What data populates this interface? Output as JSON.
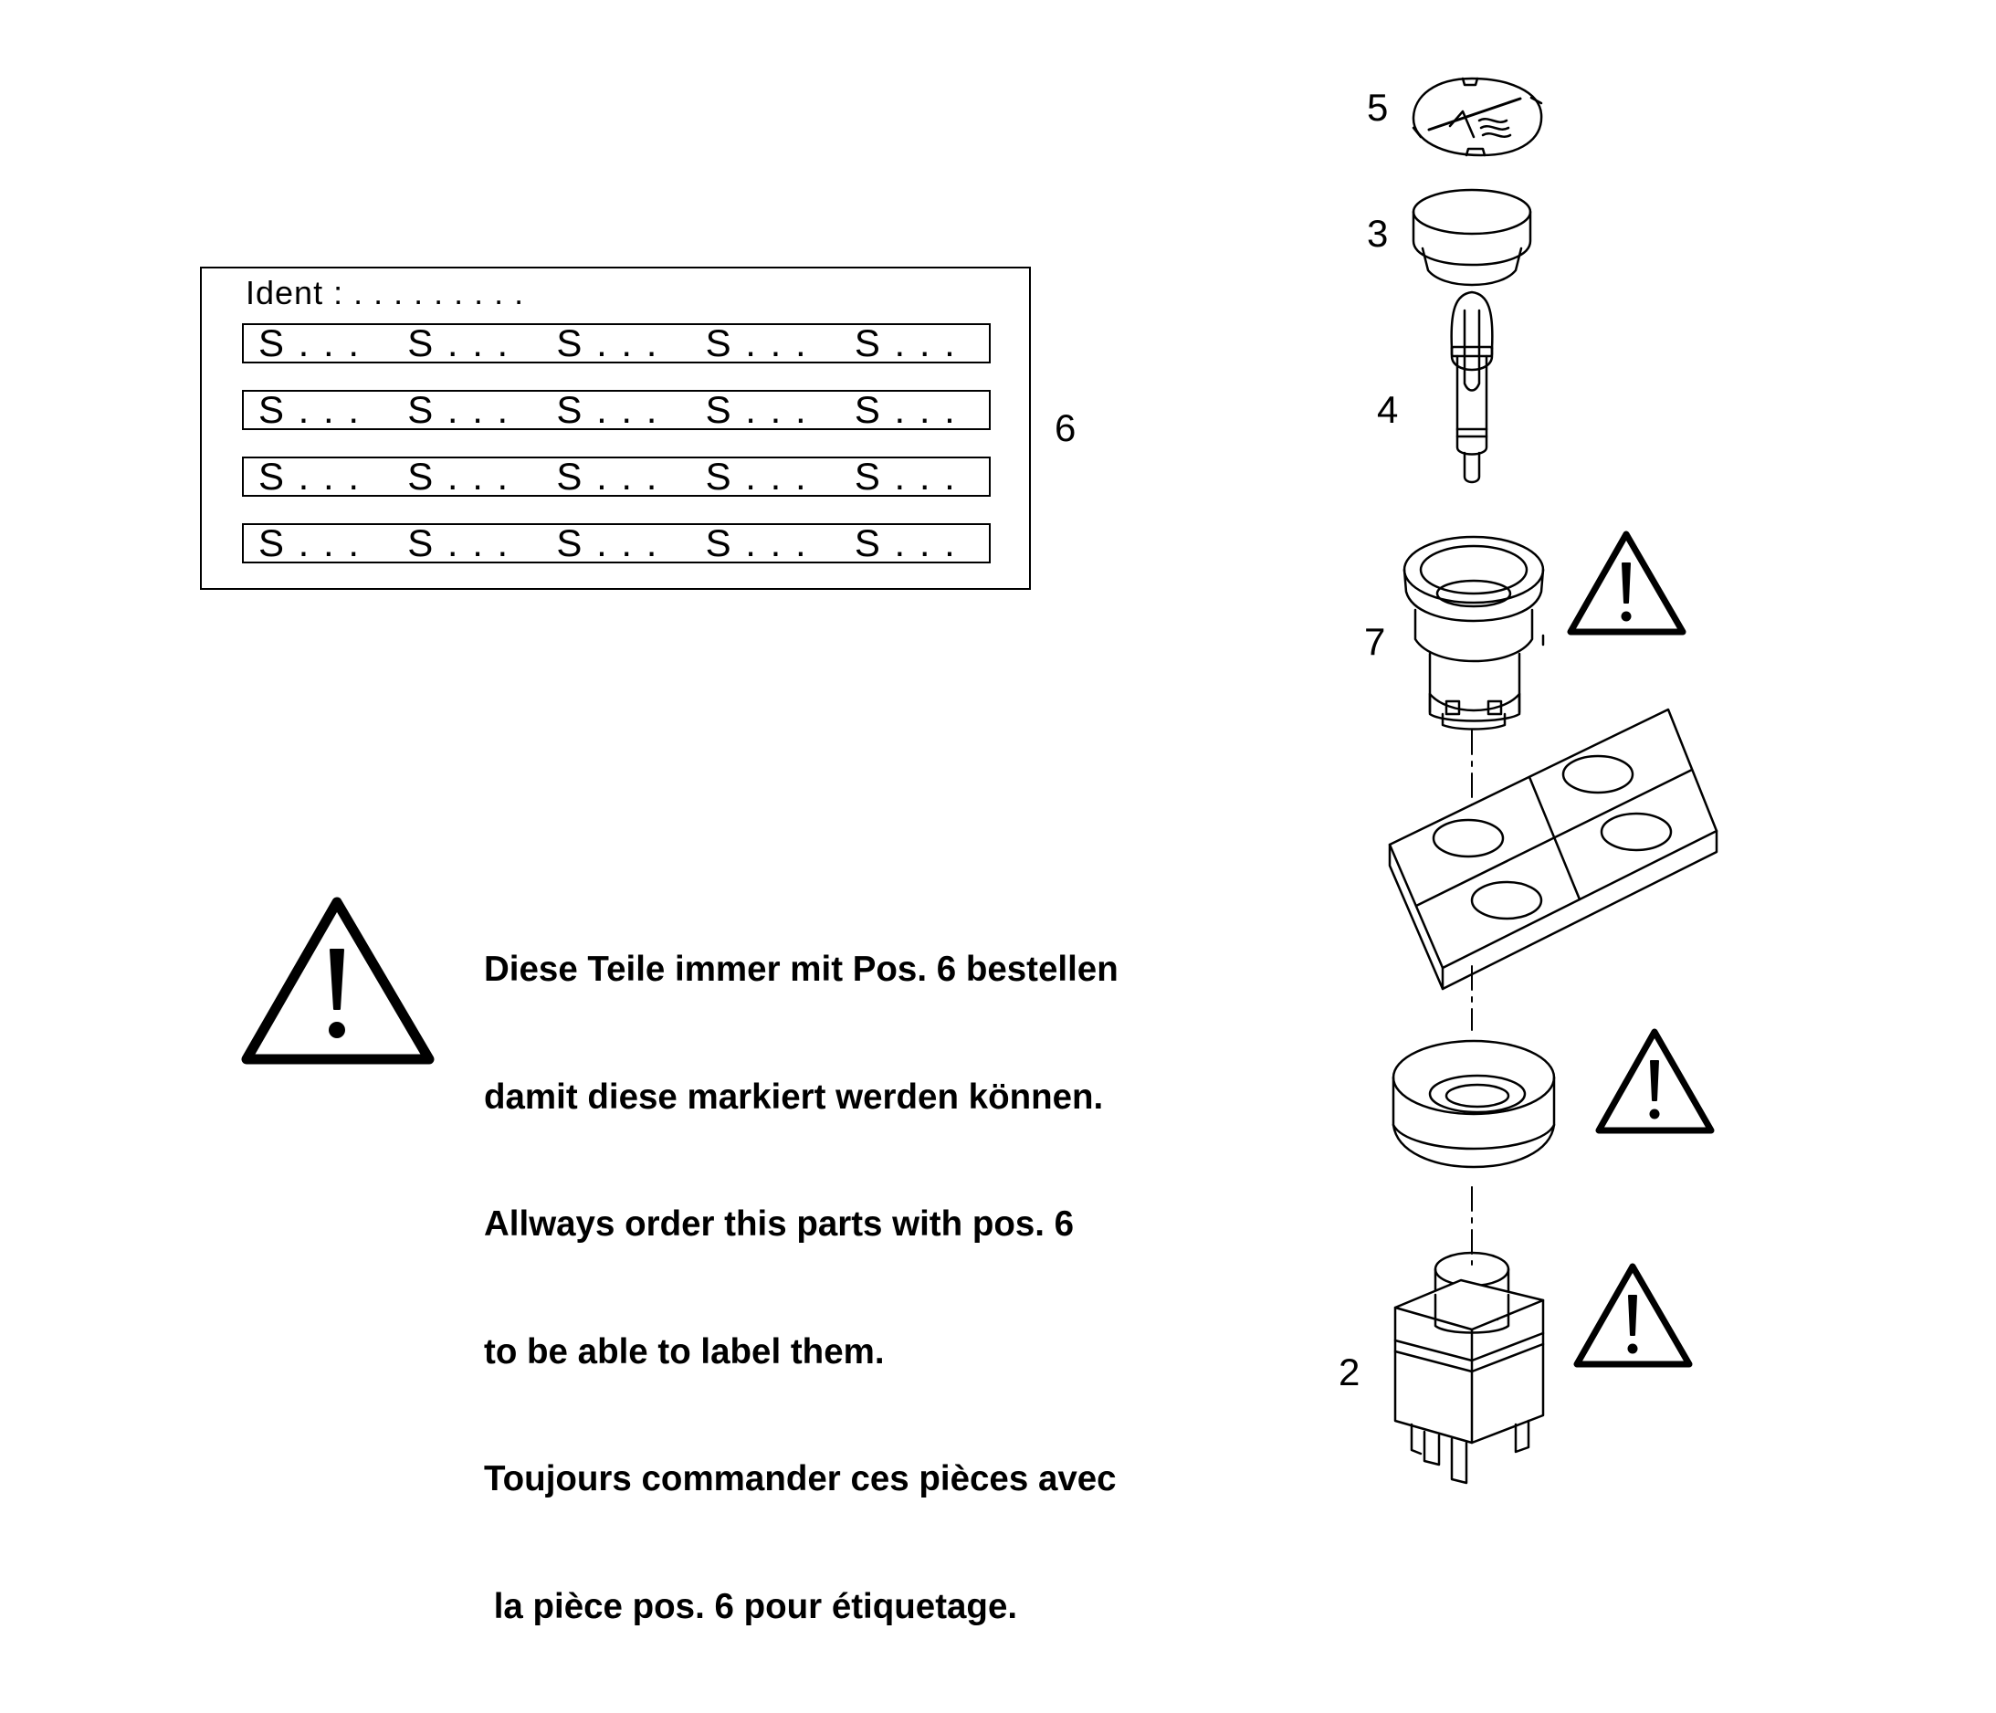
{
  "label_sheet": {
    "ident": "Ident : . . . . . . . . .",
    "strips": [
      [
        "S . . .",
        "S . . .",
        "S . . .",
        "S . . .",
        "S . . ."
      ],
      [
        "S . . .",
        "S . . .",
        "S . . .",
        "S . . .",
        "S . . ."
      ],
      [
        "S . . .",
        "S . . .",
        "S . . .",
        "S . . .",
        "S . . ."
      ],
      [
        "S . . .",
        "S . . .",
        "S . . .",
        "S . . .",
        "S . . ."
      ]
    ]
  },
  "callouts": {
    "pos_6": "6",
    "pos_5": "5",
    "pos_3": "3",
    "pos_4": "4",
    "pos_7": "7",
    "pos_2": "2"
  },
  "warning_text": [
    "Diese Teile immer mit Pos. 6 bestellen",
    "damit diese markiert werden können.",
    "Allways order this parts with pos. 6",
    "to be able to label them.",
    "Toujours commander ces pièces avec",
    " la pièce pos. 6 pour étiquetage."
  ],
  "icons": {
    "warning": "warning-triangle-icon",
    "lens_cap": "wiper-symbol-lens-icon",
    "button_cap": "button-cap-icon",
    "bulb": "bulb-icon",
    "lamp_holder": "lamp-holder-icon",
    "mounting_plate": "mounting-plate-icon",
    "collar": "collar-ring-icon",
    "switch": "switch-block-icon"
  },
  "colors": {
    "ink": "#000000",
    "paper": "#ffffff"
  }
}
